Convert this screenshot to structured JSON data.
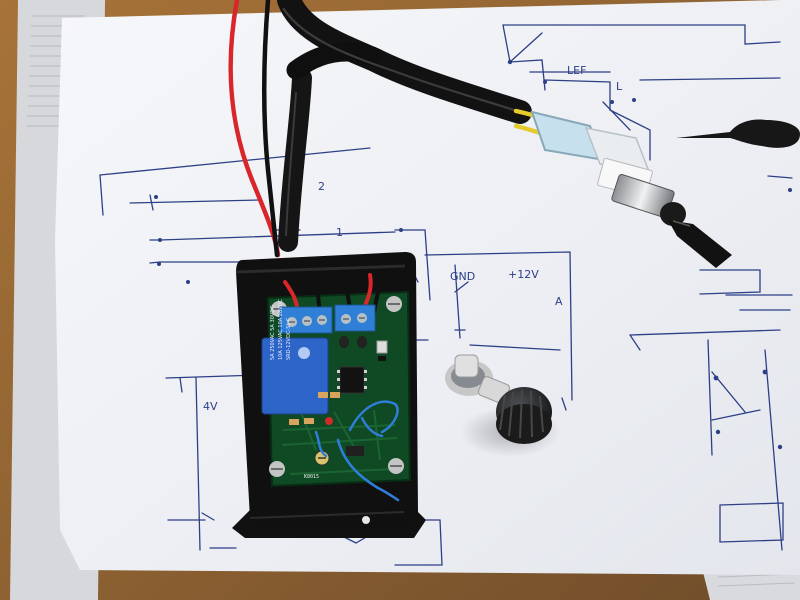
{
  "scene": {
    "schematic_labels": {
      "gnd": "GND",
      "plus12v": "+12V",
      "label_a": "A",
      "label_2": "2",
      "label_1": "1",
      "label_l": "L",
      "label_lef": "LEF",
      "label_4v": "4V"
    },
    "relay_label": {
      "line1": "5A 250VAC 5A 30VDC",
      "line2": "10A 125VAC 10A 28VDC",
      "line3": "SRD-12VDC-SL-C"
    },
    "pcb_silkscreen": "K8015",
    "colors": {
      "paper": "#f2f3f6",
      "pcb": "#0f4a24",
      "terminal_block": "#2f7fd6",
      "relay": "#2d64c8",
      "ink": "#2d3f86",
      "red_wire": "#d8262b",
      "yellow_wire": "#e7cb2d"
    }
  }
}
